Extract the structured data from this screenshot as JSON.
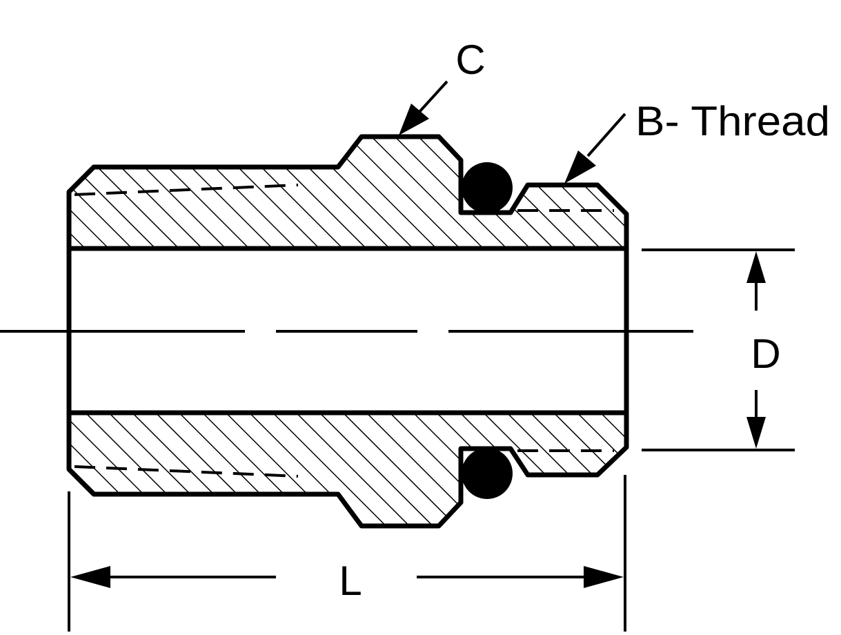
{
  "labels": {
    "c": "C",
    "thread": "B- Thread",
    "diameter": "D",
    "length": "L"
  },
  "colors": {
    "ink": "#000000",
    "paper": "#ffffff"
  }
}
